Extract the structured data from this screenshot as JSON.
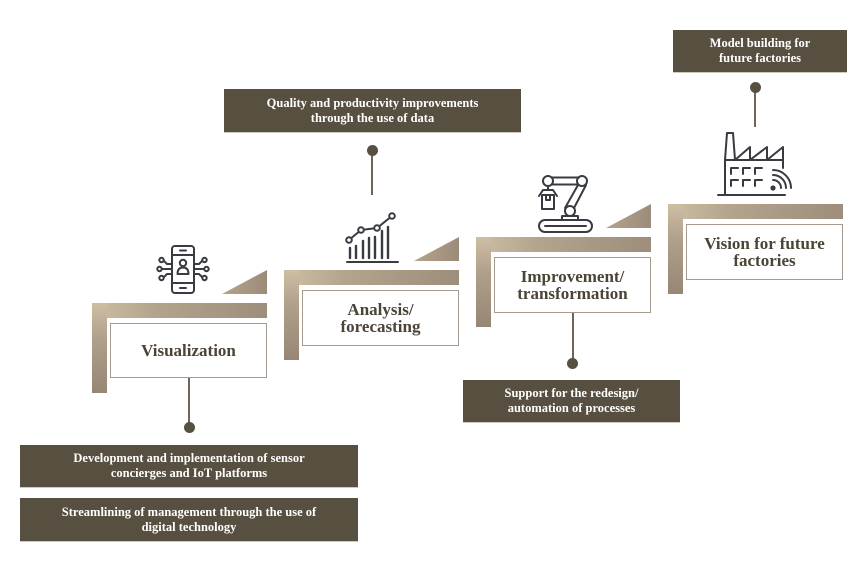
{
  "diagram": {
    "steps": [
      {
        "id": "visualization",
        "label_lines": [
          "Visualization"
        ],
        "icon": "smartphone-iot-icon",
        "notes": [
          {
            "lines": [
              "Development and implementation of sensor",
              "concierges and IoT platforms"
            ]
          },
          {
            "lines": [
              "Streamlining of management through the use of",
              "digital technology"
            ]
          }
        ]
      },
      {
        "id": "analysis-forecasting",
        "label_lines": [
          "Analysis/",
          "forecasting"
        ],
        "icon": "bar-line-chart-icon",
        "notes": [
          {
            "lines": [
              "Quality and productivity improvements",
              "through the use of data"
            ]
          }
        ]
      },
      {
        "id": "improvement-transformation",
        "label_lines": [
          "Improvement/",
          "transformation"
        ],
        "icon": "robot-arm-icon",
        "notes": [
          {
            "lines": [
              "Support for the redesign/",
              "automation of processes"
            ]
          }
        ]
      },
      {
        "id": "vision-future-factories",
        "label_lines": [
          "Vision for future",
          "factories"
        ],
        "icon": "smart-factory-icon",
        "notes": [
          {
            "lines": [
              "Model building for",
              "future factories"
            ]
          }
        ]
      }
    ]
  },
  "colors": {
    "note_background": "#574f40",
    "note_text": "#ffffff",
    "step_label_text": "#4b4437",
    "band_light": "#cdbfa4",
    "band_dark": "#968674",
    "connector": "#6e6556",
    "icon_stroke": "#383b42"
  }
}
